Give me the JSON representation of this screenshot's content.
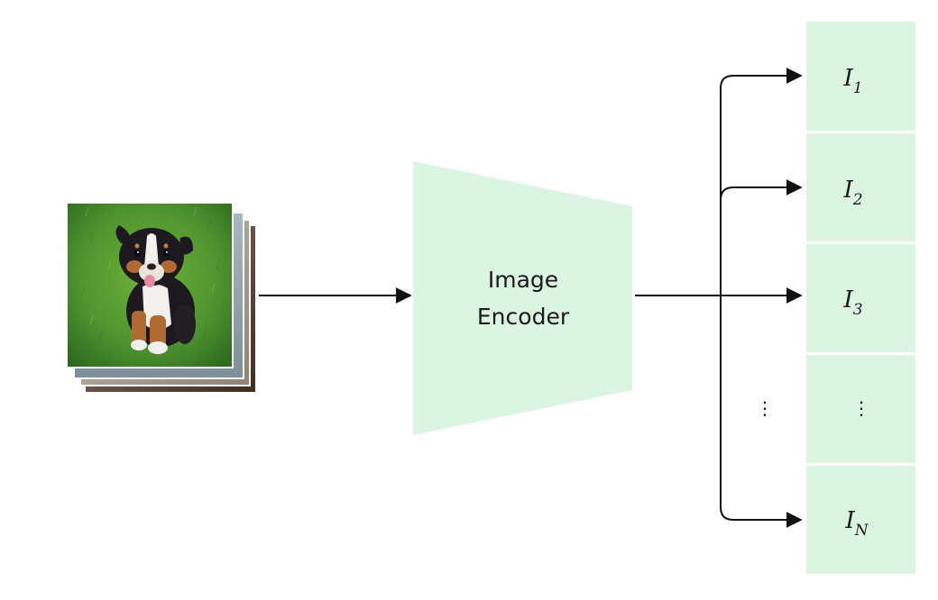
{
  "encoder": {
    "line1": "Image",
    "line2": "Encoder"
  },
  "embeddings": [
    {
      "base": "I",
      "sub": "1"
    },
    {
      "base": "I",
      "sub": "2"
    },
    {
      "base": "I",
      "sub": "3"
    },
    {
      "base": "",
      "sub": "",
      "ellipsis": "⋮"
    },
    {
      "base": "I",
      "sub": "N"
    }
  ],
  "ellipsis_left": "⋮",
  "colors": {
    "encoder_fill": "#dcf5e3",
    "embedding_fill": "#dcf5e3",
    "arrow": "#111111",
    "grass": "#4a8a2a",
    "dog_fur": "#1c1a1e",
    "dog_tan": "#b26a35"
  }
}
